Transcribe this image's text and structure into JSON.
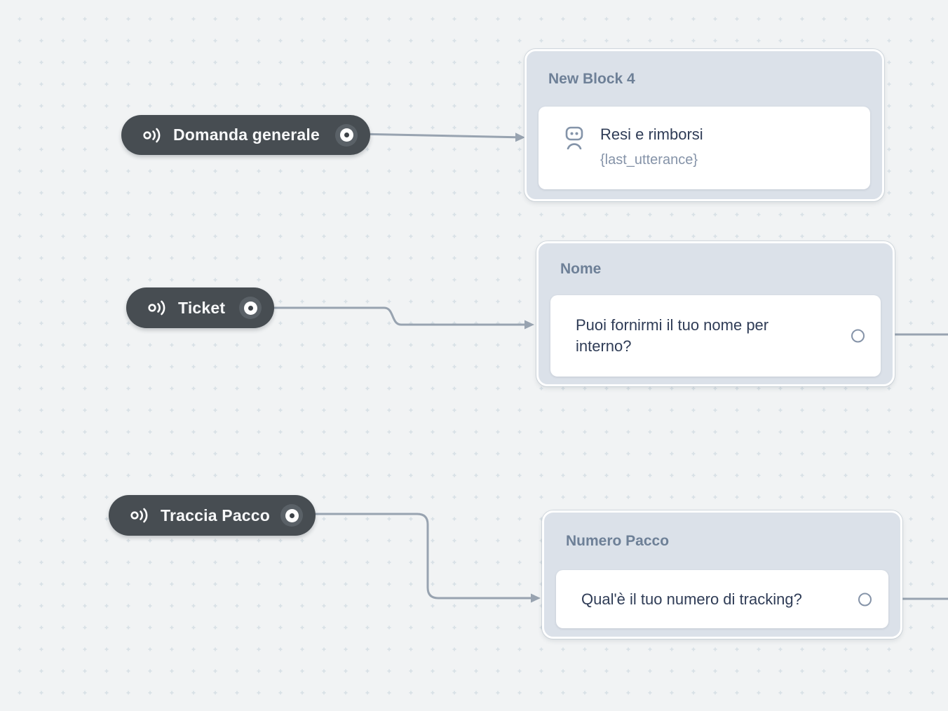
{
  "app": {
    "view": "conversation-flow-canvas"
  },
  "colors": {
    "canvas_bg": "#f1f3f4",
    "dot": "#d9e1e6",
    "intent_pill_bg": "#474d52",
    "intent_pill_text": "#f7f8f9",
    "block_bg": "#dbe1e9",
    "block_border": "#ffffff",
    "block_title_text": "#6e8097",
    "card_bg": "#ffffff",
    "card_title_text": "#2f3c56",
    "card_variable_text": "#8593a8",
    "edge": "#98a3b0",
    "bot_icon": "#8494a9"
  },
  "intents": [
    {
      "label": "Domanda generale",
      "icon": "intent-utterance-icon",
      "has_output_port": true
    },
    {
      "label": "Ticket",
      "icon": "intent-utterance-icon",
      "has_output_port": true
    },
    {
      "label": "Traccia Pacco",
      "icon": "intent-utterance-icon",
      "has_output_port": true
    }
  ],
  "blocks": [
    {
      "title": "New Block 4",
      "steps": [
        {
          "type": "bot-message",
          "icon": "bot-icon",
          "text": "Resi e rimborsi",
          "variable": "{last_utterance}",
          "has_output_port": false
        }
      ]
    },
    {
      "title": "Nome",
      "steps": [
        {
          "type": "capture-question",
          "text": "Puoi fornirmi il tuo nome per interno?",
          "has_output_port": true
        }
      ]
    },
    {
      "title": "Numero Pacco",
      "steps": [
        {
          "type": "capture-question",
          "text": "Qual'è il tuo numero di tracking?",
          "has_output_port": true
        }
      ]
    }
  ],
  "edges": [
    {
      "from": "Domanda generale",
      "to": "New Block 4"
    },
    {
      "from": "Ticket",
      "to": "Nome"
    },
    {
      "from": "Traccia Pacco",
      "to": "Numero Pacco"
    },
    {
      "from": "Nome",
      "to": "offscreen-right"
    },
    {
      "from": "Numero Pacco",
      "to": "offscreen-right"
    }
  ]
}
